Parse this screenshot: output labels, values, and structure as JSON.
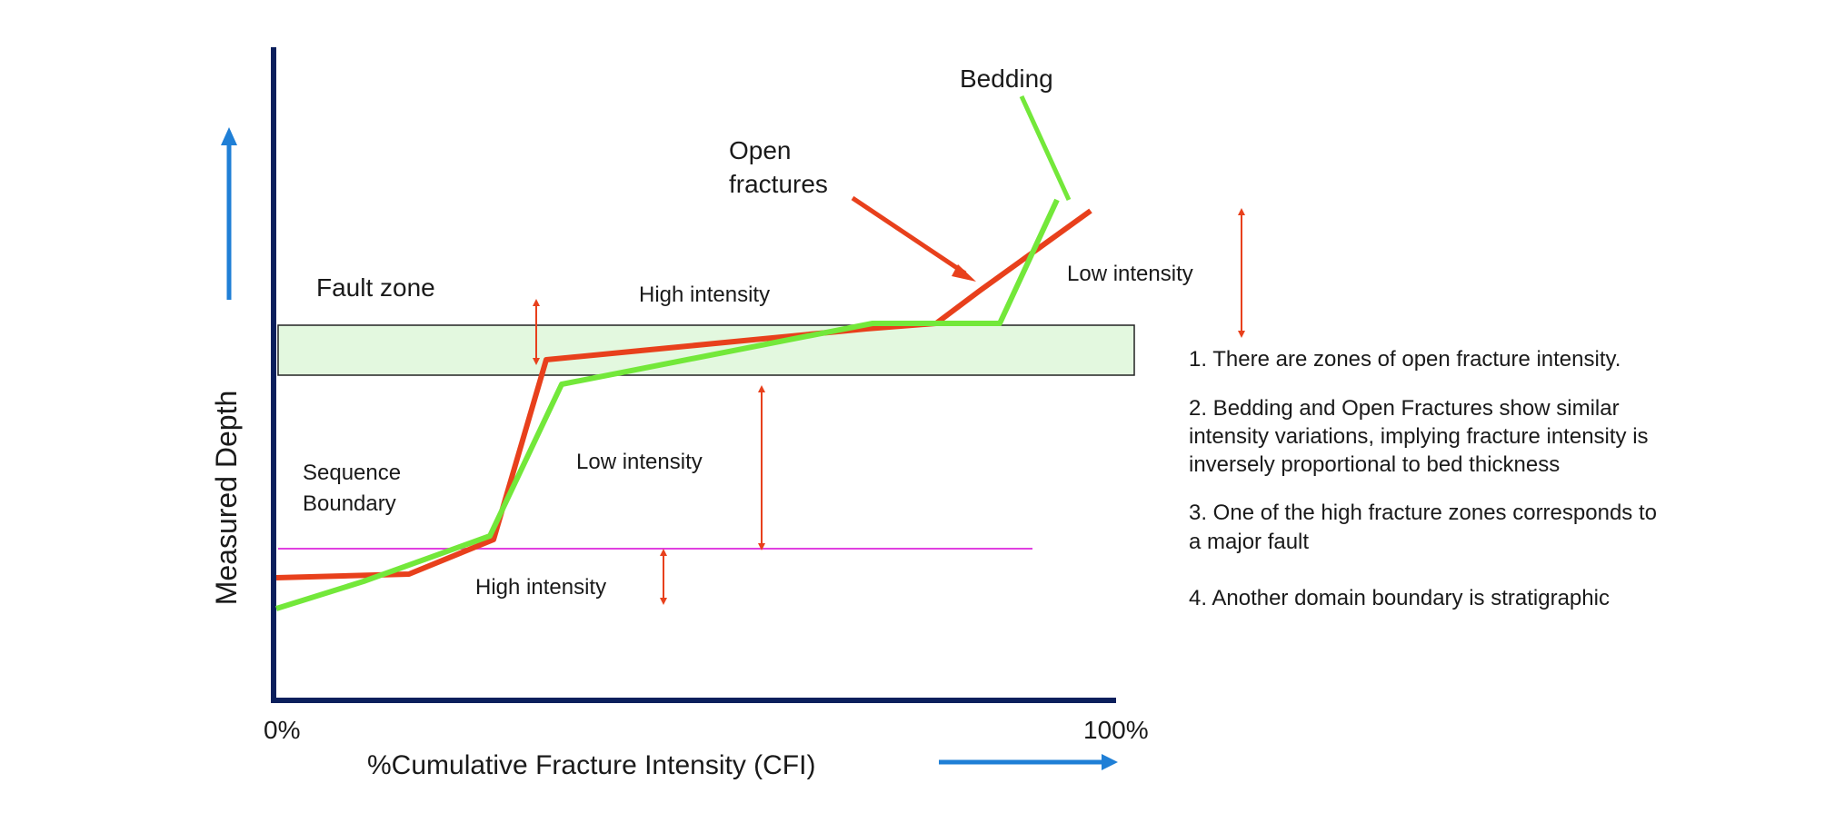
{
  "axes": {
    "y_label": "Measured Depth",
    "x_label": "%Cumulative Fracture Intensity (CFI)",
    "x_min_label": "0%",
    "x_max_label": "100%",
    "axis_color": "#0b1f5c",
    "arrow_color": "#1f7fd6"
  },
  "zones": {
    "fault_zone_label": "Fault zone",
    "fault_zone_fill": "#e3f8df",
    "sequence_boundary_label_1": "Sequence",
    "sequence_boundary_label_2": "Boundary",
    "sequence_boundary_color": "#e040e0",
    "high_intensity_upper": "High intensity",
    "low_intensity_middle": "Low intensity",
    "high_intensity_lower": "High intensity",
    "low_intensity_right": "Low intensity",
    "marker_color": "#e8401c"
  },
  "series": {
    "open_fractures_label_1": "Open",
    "open_fractures_label_2": "fractures",
    "open_fractures_color": "#e8401c",
    "bedding_label": "Bedding",
    "bedding_color": "#73e83a"
  },
  "notes": [
    "1.  There are zones of open fracture intensity.",
    "2.  Bedding and Open Fractures show similar intensity variations, implying fracture intensity is inversely proportional to bed thickness",
    "3.  One of the high fracture zones corresponds to a major fault",
    "4.  Another domain boundary is stratigraphic"
  ]
}
